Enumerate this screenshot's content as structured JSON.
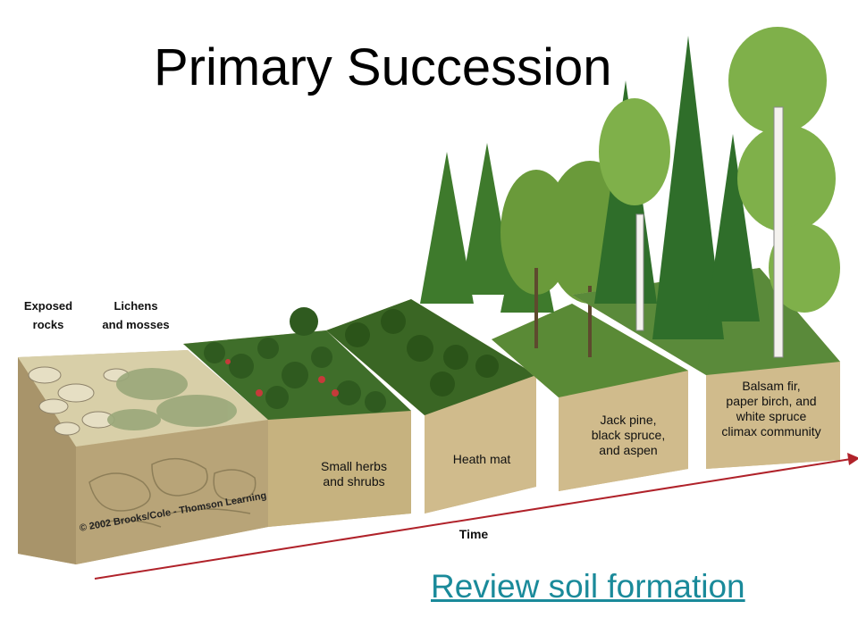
{
  "title": "Primary Succession",
  "stages": [
    {
      "line1": "Exposed",
      "line2": "rocks"
    },
    {
      "line1": "Lichens",
      "line2": "and mosses"
    },
    {
      "line1": "Small herbs",
      "line2": "and shrubs"
    },
    {
      "line1": "Heath mat",
      "line2": ""
    },
    {
      "line1": "Jack pine,",
      "line2": "black spruce,",
      "line3": "and aspen"
    },
    {
      "line1": "Balsam fir,",
      "line2": "paper birch, and",
      "line3": "white spruce",
      "line4": "climax community"
    }
  ],
  "axis_label": "Time",
  "copyright": "© 2002 Brooks/Cole - Thomson Learning",
  "link_text": "Review soil formation",
  "colors": {
    "soil": "#c9b68a",
    "soil_dark": "#a8946a",
    "arrow": "#b0222a",
    "link": "#1a8a9a"
  }
}
